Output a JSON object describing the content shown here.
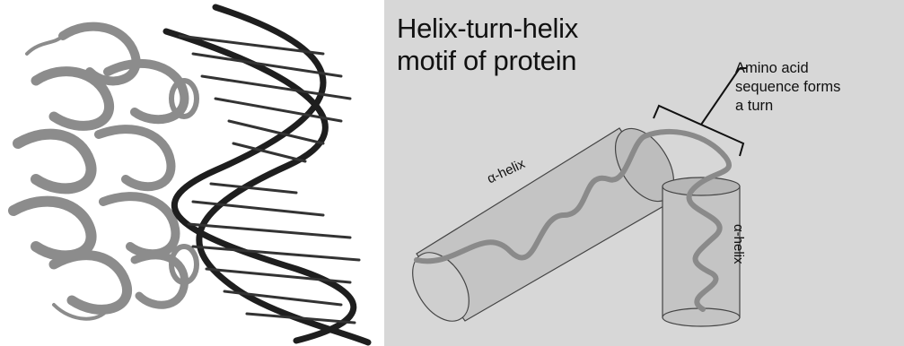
{
  "diagram": {
    "title_line1": "Helix-turn-helix",
    "title_line2": "motif of protein",
    "turn_label_line1": "Amino acid",
    "turn_label_line2": "sequence forms",
    "turn_label_line3": "a turn",
    "helix_label_1": "α-helix",
    "helix_label_2": "α-helix"
  },
  "colors": {
    "background_right": "#d7d7d7",
    "cylinder_fill": "#c4c4c4",
    "ribbon_fill": "#a9a9a9",
    "dna_dark": "#1e1e1e",
    "protein_gray": "#8c8c8c"
  },
  "icons": {
    "left_image": "protein-dna-complex-ribbon-model"
  }
}
